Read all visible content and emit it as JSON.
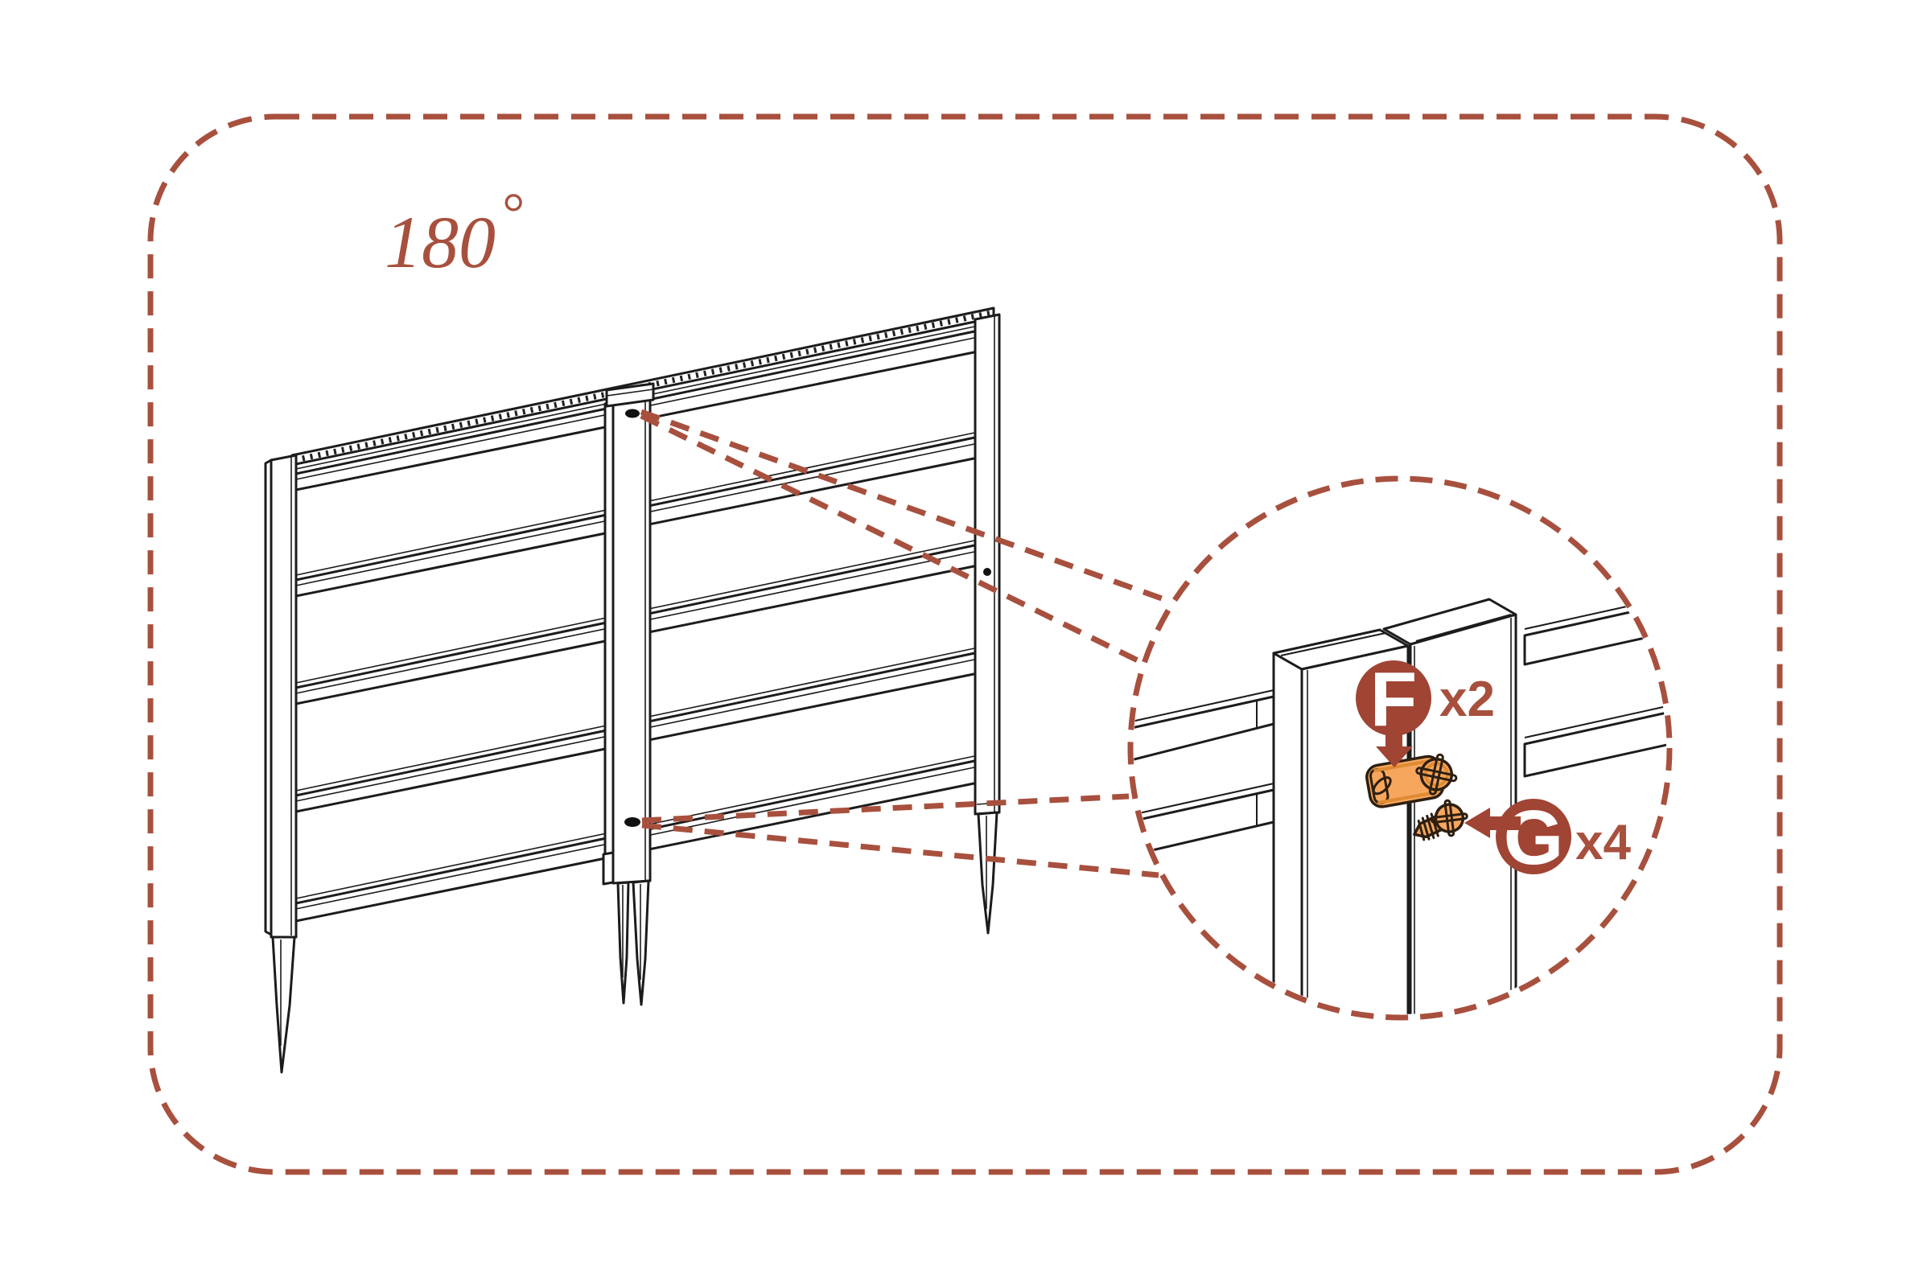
{
  "figure": {
    "angle": {
      "value": "180",
      "degree": "°"
    },
    "parts": {
      "f": {
        "letter": "F",
        "quantity": "x2"
      },
      "g": {
        "letter": "G",
        "quantity": "x4"
      }
    }
  },
  "colors": {
    "accent_red": "#a8503e",
    "badge_red": "#a04434",
    "hardware_orange": "#f6a75d",
    "hardware_orange_shade": "#de8b33",
    "line_dark": "#1c1c1c"
  }
}
